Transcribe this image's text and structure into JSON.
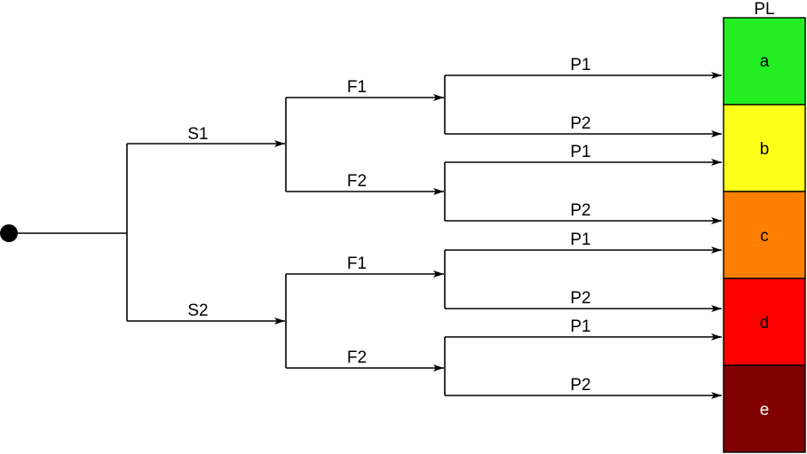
{
  "root": {
    "color": "#000000"
  },
  "labels": {
    "s1": "S1",
    "s2": "S2",
    "s1_f1": "F1",
    "s1_f2": "F2",
    "s2_f1": "F1",
    "s2_f2": "F2",
    "s1_f1_p1": "P1",
    "s1_f1_p2": "P2",
    "s1_f2_p1": "P1",
    "s1_f2_p2": "P2",
    "s2_f1_p1": "P1",
    "s2_f1_p2": "P2",
    "s2_f2_p1": "P1",
    "s2_f2_p2": "P2"
  },
  "pl": {
    "title": "PL",
    "blocks": [
      {
        "label": "a",
        "color": "#22ee22",
        "text_color": "#000000"
      },
      {
        "label": "b",
        "color": "#ffff1a",
        "text_color": "#000000"
      },
      {
        "label": "c",
        "color": "#ff8000",
        "text_color": "#000000"
      },
      {
        "label": "d",
        "color": "#ff0000",
        "text_color": "#000000"
      },
      {
        "label": "e",
        "color": "#800000",
        "text_color": "#ffffff"
      }
    ]
  }
}
